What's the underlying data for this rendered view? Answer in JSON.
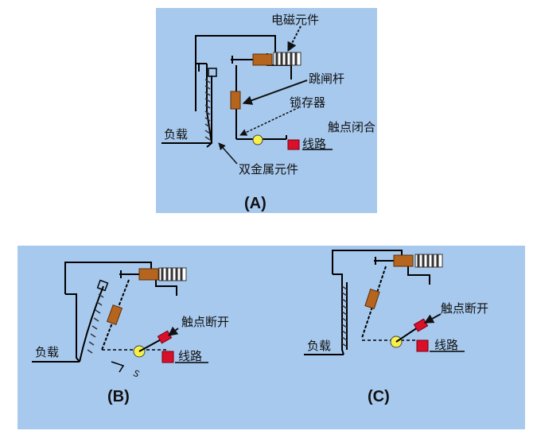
{
  "colors": {
    "background": "#a7c9ee",
    "frame": "#000000",
    "solenoid_brown": "#b5651d",
    "coil_gray": "#555555",
    "latch_yellow": "#f5f04a",
    "terminal_red": "#d9102a"
  },
  "panel_a": {
    "caption": "(A)",
    "electromagnetic_element": "电磁元件",
    "trip_lever": "跳闸杆",
    "latch": "锁存器",
    "contacts_closed": "触点闭合",
    "load": "负载",
    "line": "线路",
    "bimetal_element": "双金属元件"
  },
  "panel_b": {
    "caption": "(B)",
    "contacts_open": "触点断开",
    "load": "负载",
    "line": "线路",
    "spring_mark": "S"
  },
  "panel_c": {
    "caption": "(C)",
    "contacts_open": "触点断开",
    "load": "负载",
    "line": "线路"
  }
}
